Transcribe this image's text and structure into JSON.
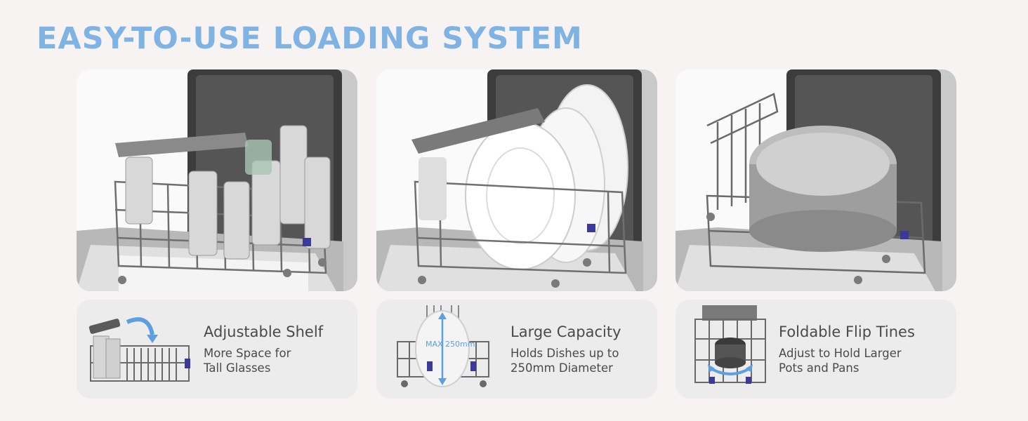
{
  "headline": "EASY-TO-USE LOADING SYSTEM",
  "colors": {
    "headline": "#7fb3e3",
    "accent_blue": "#5d9fe0",
    "card_bg": "#ececec",
    "page_bg": "#f7f3f2"
  },
  "features": [
    {
      "title": "Adjustable Shelf",
      "desc_lines": [
        "More Space for",
        "Tall Glasses"
      ],
      "photo_icon": "dishwasher-glasses-rack",
      "thumb_icon": "adjustable-shelf-rack-icon"
    },
    {
      "title": "Large Capacity",
      "desc_lines": [
        "Holds Dishes up to",
        "250mm Diameter"
      ],
      "photo_icon": "dishwasher-plates-rack",
      "thumb_icon": "plate-rack-icon",
      "thumb_label": "MAX 250mm"
    },
    {
      "title": "Foldable Flip Tines",
      "desc_lines": [
        "Adjust to Hold Larger",
        "Pots and Pans"
      ],
      "photo_icon": "dishwasher-pot-rack",
      "thumb_icon": "flip-tines-rack-icon"
    }
  ]
}
